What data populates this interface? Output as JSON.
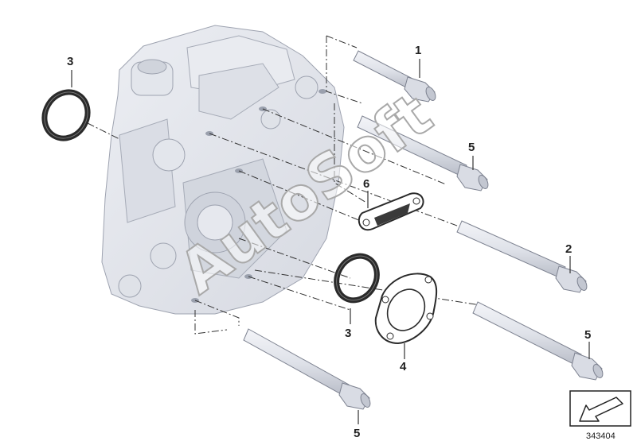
{
  "callouts": {
    "part_1": "1",
    "part_2": "2",
    "part_3_top": "3",
    "part_3_mid": "3",
    "part_4": "4",
    "part_5_upper": "5",
    "part_5_right": "5",
    "part_5_bottom": "5",
    "part_6": "6"
  },
  "figure_number": "343404",
  "watermark": "AutoSoft",
  "icons": {
    "corner": "arrow-down-left-icon"
  },
  "colors": {
    "housing": "#e7e9ef",
    "housing_shadow": "#c9ccd6",
    "bolt": "#dcdfe6",
    "seal": "#2a2a2a",
    "line": "#333333"
  }
}
